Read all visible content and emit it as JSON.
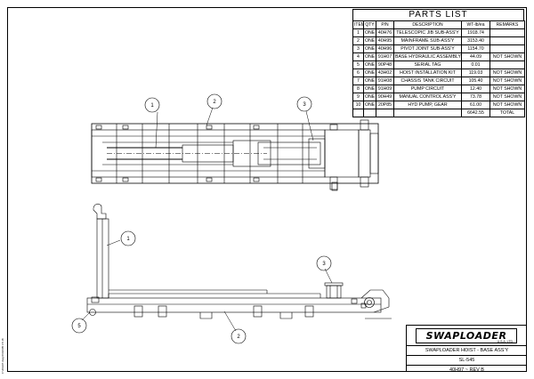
{
  "parts_list": {
    "title": "PARTS LIST",
    "headers": {
      "item": "ITEM",
      "qty": "QTY",
      "pn": "P/N",
      "description": "DESCRIPTION",
      "wt": "WT-lb/ea",
      "remarks": "REMARKS"
    },
    "rows": [
      {
        "item": "1",
        "qty": "ONE",
        "pn": "40H76",
        "description": "TELESCOPIC JIB SUB-ASS'Y",
        "wt": "1918.74",
        "remarks": ""
      },
      {
        "item": "2",
        "qty": "ONE",
        "pn": "40H95",
        "description": "MAINFRAME SUB-ASS'Y",
        "wt": "3153.40",
        "remarks": ""
      },
      {
        "item": "3",
        "qty": "ONE",
        "pn": "40H96",
        "description": "PIVOT JOINT SUB-ASS'Y",
        "wt": "1154.70",
        "remarks": ""
      },
      {
        "item": "4",
        "qty": "ONE",
        "pn": "91H07",
        "description": "BASE HYDRAULIC ASSEMBLY",
        "wt": "44.09",
        "remarks": "NOT SHOWN"
      },
      {
        "item": "5",
        "qty": "ONE",
        "pn": "90P48",
        "description": "SERIAL TAG",
        "wt": "0.01",
        "remarks": ""
      },
      {
        "item": "6",
        "qty": "ONE",
        "pn": "43H02",
        "description": "HOIST INSTALLATION KIT",
        "wt": "119.03",
        "remarks": "NOT SHOWN"
      },
      {
        "item": "7",
        "qty": "ONE",
        "pn": "91H08",
        "description": "CHASSIS TANK CIRCUIT",
        "wt": "105.40",
        "remarks": "NOT SHOWN"
      },
      {
        "item": "8",
        "qty": "ONE",
        "pn": "91H09",
        "description": "PUMP CIRCUIT",
        "wt": "12.40",
        "remarks": "NOT SHOWN"
      },
      {
        "item": "9",
        "qty": "ONE",
        "pn": "90H49",
        "description": "MANUAL CONTROL ASS'Y",
        "wt": "73.78",
        "remarks": "NOT SHOWN"
      },
      {
        "item": "10",
        "qty": "ONE",
        "pn": "20P85",
        "description": "HYD PUMP, GEAR",
        "wt": "61.00",
        "remarks": "NOT SHOWN"
      }
    ],
    "total_value": "6642.55",
    "total_label": "TOTAL"
  },
  "title_block": {
    "logo_text": "SWAPLOADER",
    "logo_sub": "U.S.A. LTD.",
    "drawing_title": "SWAPLOADER HOIST - BASE ASS'Y",
    "model": "SL-545",
    "drawing_number": "40H97 ~ REV B"
  },
  "side_stamp": "F:\\40H97.dwg  06/30/05  15:18",
  "balloons": {
    "top_1": "1",
    "top_2": "2",
    "top_3": "3",
    "side_1": "1",
    "side_2": "2",
    "side_3": "3",
    "side_5": "5"
  }
}
